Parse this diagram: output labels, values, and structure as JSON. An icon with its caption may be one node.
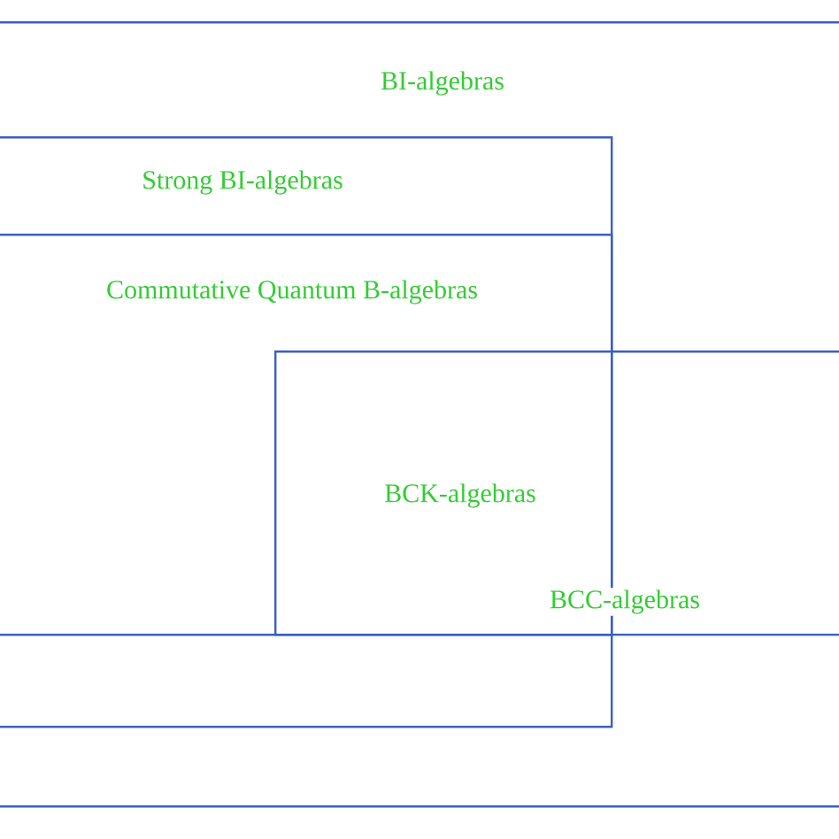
{
  "diagram": {
    "nodes": [
      {
        "text": [
          "BI-algebras"
        ]
      },
      {
        "text": [
          "Strong BI-algebras"
        ],
        "in": 0
      },
      {
        "text": [
          "Commutative Quantum B-algebras"
        ],
        "in": 1
      },
      {
        "text": [
          "BCC-algebras"
        ],
        "in": 0
      }
    ],
    "labels": [
      "BCK-algebras"
    ]
  }
}
